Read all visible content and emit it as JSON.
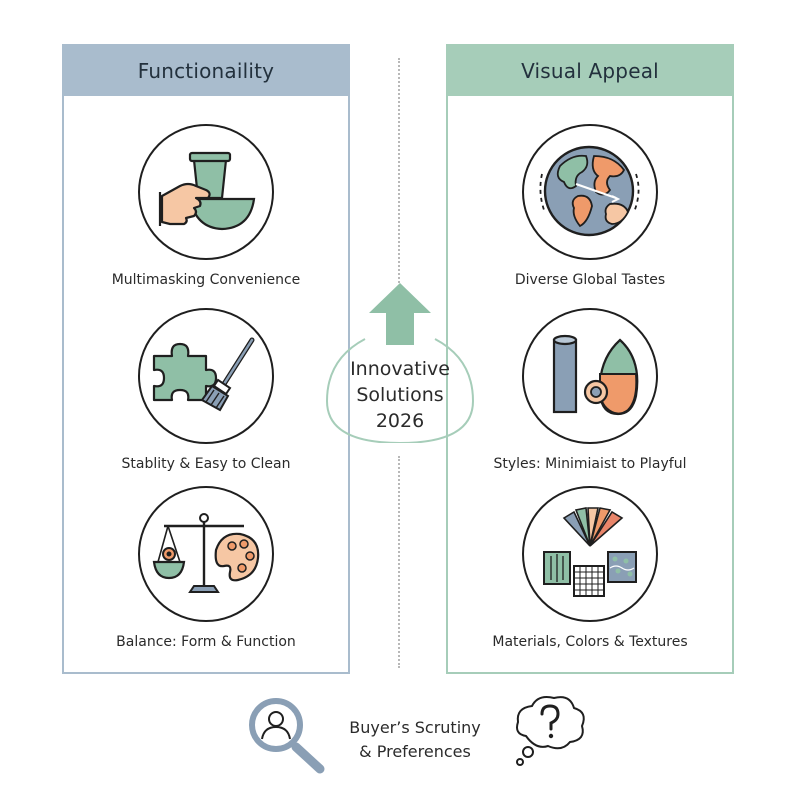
{
  "left_panel": {
    "title": "Functionaility",
    "items": [
      {
        "label": "Multimasking Convenience",
        "icon": "hand-cup-bowl-icon"
      },
      {
        "label": "Stablity & Easy to Clean",
        "icon": "puzzle-brush-icon"
      },
      {
        "label": "Balance: Form & Function",
        "icon": "scale-palette-icon"
      }
    ]
  },
  "right_panel": {
    "title": "Visual Appeal",
    "items": [
      {
        "label": "Diverse Global Tastes",
        "icon": "globe-icon"
      },
      {
        "label": "Styles: Minimiaist to Playful",
        "icon": "shapes-icon"
      },
      {
        "label": "Materials, Colors & Textures",
        "icon": "swatches-icon"
      }
    ]
  },
  "center": {
    "line1": "Innovative",
    "line2": "Solutions",
    "line3": "2026"
  },
  "footer": {
    "line1": "Buyer’s Scrutiny",
    "line2": "& Preferences"
  },
  "colors": {
    "blue_accent": "#a9bccd",
    "green_accent": "#a6cdb9",
    "sage": "#8fbfa6",
    "orange": "#ef9a6a",
    "peach": "#f6c7a4",
    "slate": "#8a9fb5"
  }
}
